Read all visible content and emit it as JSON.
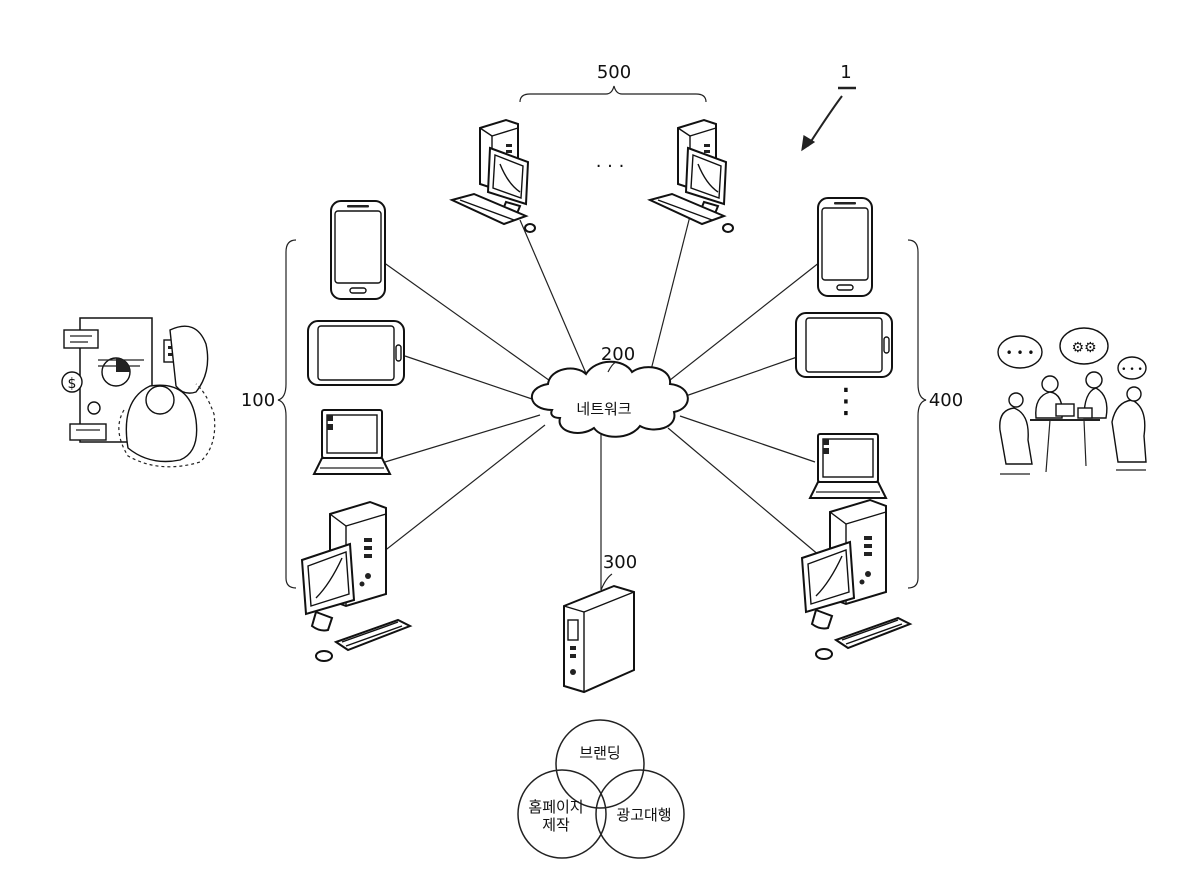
{
  "figure_number": "1",
  "labels": {
    "user_terminals": "100",
    "network_ref": "200",
    "server": "300",
    "client_terminals": "400",
    "agency_terminals": "500"
  },
  "network_label": "네트워크",
  "venn": {
    "top": "브랜딩",
    "left_line1": "홈페이지",
    "left_line2": "제작",
    "right": "광고대행"
  },
  "ellipsis": "· · ·",
  "vertical_ellipsis": "⋮",
  "colors": {
    "line": "#222222",
    "background": "#ffffff"
  }
}
